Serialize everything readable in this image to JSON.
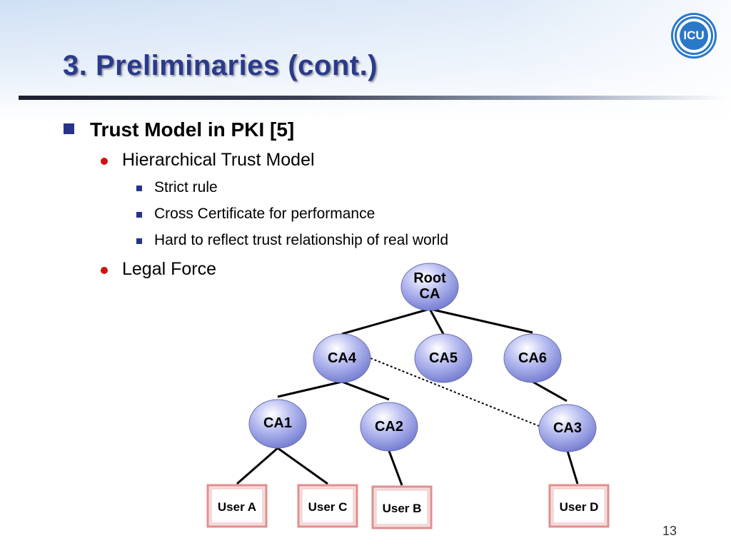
{
  "slide": {
    "title": "3. Preliminaries (cont.)",
    "logo_text": "ICU",
    "page_number": "13"
  },
  "bullets": {
    "level1": "Trust Model in PKI [5]",
    "level2_a": "Hierarchical Trust Model",
    "level3": [
      "Strict rule",
      "Cross Certificate for performance",
      "Hard to reflect trust relationship of real world"
    ],
    "level2_b": "Legal Force"
  },
  "diagram": {
    "nodes": [
      {
        "id": "root",
        "label_lines": [
          "Root",
          "CA"
        ]
      },
      {
        "id": "ca4",
        "label_lines": [
          "CA4"
        ]
      },
      {
        "id": "ca5",
        "label_lines": [
          "CA5"
        ]
      },
      {
        "id": "ca6",
        "label_lines": [
          "CA6"
        ]
      },
      {
        "id": "ca1",
        "label_lines": [
          "CA1"
        ]
      },
      {
        "id": "ca2",
        "label_lines": [
          "CA2"
        ]
      },
      {
        "id": "ca3",
        "label_lines": [
          "CA3"
        ]
      }
    ],
    "users": [
      "User A",
      "User C",
      "User B",
      "User D"
    ],
    "edges": [
      [
        "root",
        "ca4"
      ],
      [
        "root",
        "ca5"
      ],
      [
        "root",
        "ca6"
      ],
      [
        "ca4",
        "ca1"
      ],
      [
        "ca4",
        "ca2"
      ],
      [
        "ca6",
        "ca3"
      ],
      [
        "ca1",
        "User A"
      ],
      [
        "ca1",
        "User C"
      ],
      [
        "ca2",
        "User B"
      ],
      [
        "ca3",
        "User D"
      ]
    ],
    "cross_certificate_edge": [
      "ca4",
      "ca3"
    ]
  },
  "colors": {
    "title": "#2b3a8c",
    "bullet_square": "#26338a",
    "bullet_dot": "#d21010",
    "node_fill": "#8f96e0",
    "user_box_fill": "#f4dede",
    "user_box_border": "#e08f8f"
  }
}
